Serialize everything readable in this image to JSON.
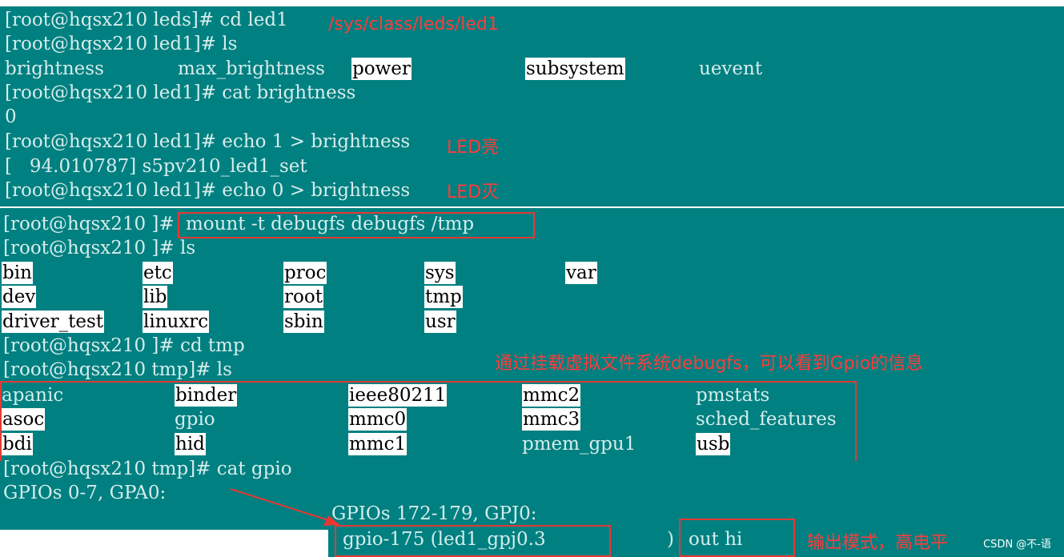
{
  "colors": {
    "terminal_bg": "#008080",
    "text": "#d6ecec",
    "highlight_bg": "#ffffff",
    "annotation": "#ff3b3b"
  },
  "block1": {
    "lines": [
      "[root@hqsx210 leds]# cd led1",
      "[root@hqsx210 led1]# ls",
      "",
      "[root@hqsx210 led1]# cat brightness",
      "0",
      "[root@hqsx210 led1]# echo 1 > brightness",
      "[   94.010787] s5pv210_led1_set",
      "[root@hqsx210 led1]# echo 0 > brightness"
    ],
    "ls_items": [
      "brightness",
      "max_brightness",
      "power",
      "subsystem",
      "uevent"
    ],
    "annotations": [
      "/sys/class/leds/led1",
      "LED亮",
      "LED灭"
    ]
  },
  "block2": {
    "prompt1": "[root@hqsx210 ]#",
    "mount_cmd": "mount -t debugfs debugfs /tmp",
    "ls_cmd": "[root@hqsx210 ]# ls",
    "root_items": [
      "bin",
      "etc",
      "proc",
      "sys",
      "var",
      "dev",
      "lib",
      "root",
      "tmp",
      "driver_test",
      "linuxrc",
      "sbin",
      "usr"
    ],
    "cd_tmp": "[root@hqsx210 ]# cd tmp",
    "ls_tmp": "[root@hqsx210 tmp]# ls",
    "tmp_items": [
      "apanic",
      "binder",
      "ieee80211",
      "mmc2",
      "pmstats",
      "asoc",
      "gpio",
      "mmc0",
      "mmc3",
      "sched_features",
      "bdi",
      "hid",
      "mmc1",
      "pmem_gpu1",
      "usb"
    ],
    "annotation": "通过挂载虚拟文件系统debugfs，可以看到Gpio的信息",
    "cat_gpio": "[root@hqsx210 tmp]# cat gpio",
    "gpa0": "GPIOs 0-7, GPA0:"
  },
  "block3": {
    "gpj0_header": "GPIOs 172-179, GPJ0:",
    "gpio_line": "gpio-175 (led1_gpj0.3",
    "paren": ")",
    "out_hi": "out hi",
    "annotation": "输出模式，高电平"
  },
  "watermark": "CSDN @不-语"
}
